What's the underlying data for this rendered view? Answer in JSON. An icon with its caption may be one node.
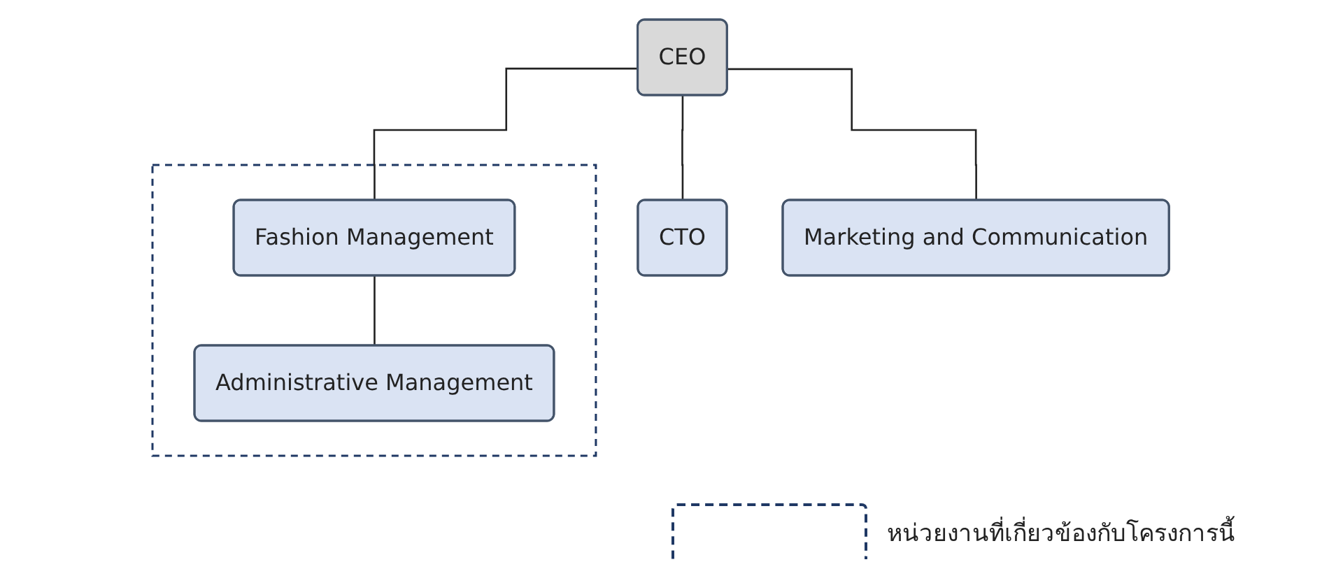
{
  "diagram": {
    "nodes": [
      {
        "text": [
          "CEO"
        ]
      },
      {
        "text": [
          "CTO"
        ]
      },
      {
        "text": [],
        "shape": "box"
      },
      {
        "text": [
          "Fashion Management"
        ],
        "in": 2
      },
      {
        "text": [
          "Administrative Management"
        ],
        "in": 2
      },
      {
        "text": [
          "Marketing and Communication"
        ]
      }
    ],
    "edges": [
      {
        "from": 0,
        "to": 1,
        "arrow": "none"
      },
      {
        "from": 0,
        "to": 3,
        "arrow": "none"
      },
      {
        "from": 0,
        "to": 5,
        "arrow": "none"
      },
      {
        "from": 3,
        "to": 4,
        "arrow": "none"
      }
    ],
    "legend": [
      {
        "text": "หน่วยงานที่เกี่ยวข้องกับโครงการนี้"
      }
    ]
  }
}
